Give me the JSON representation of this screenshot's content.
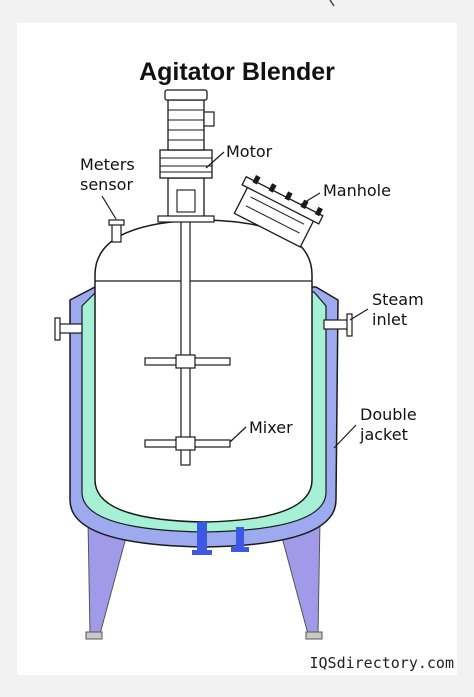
{
  "title": "Agitator Blender",
  "labels": {
    "meters_sensor": [
      "Meters",
      "sensor"
    ],
    "motor": "Motor",
    "manhole": "Manhole",
    "steam_inlet": [
      "Steam",
      "inlet"
    ],
    "mixer": "Mixer",
    "double_jacket": [
      "Double",
      "jacket"
    ]
  },
  "footer": "IQSdirectory.com",
  "colors": {
    "jacket": "#9eaaf0",
    "inner_jacket": "#a6f0d6",
    "legs": "#a19ae8",
    "vessel": "#ffffff",
    "bottom_outlet": "#3e58e6",
    "line": "#1a1a1a"
  },
  "icons": [
    "cursor-arrow-icon"
  ]
}
